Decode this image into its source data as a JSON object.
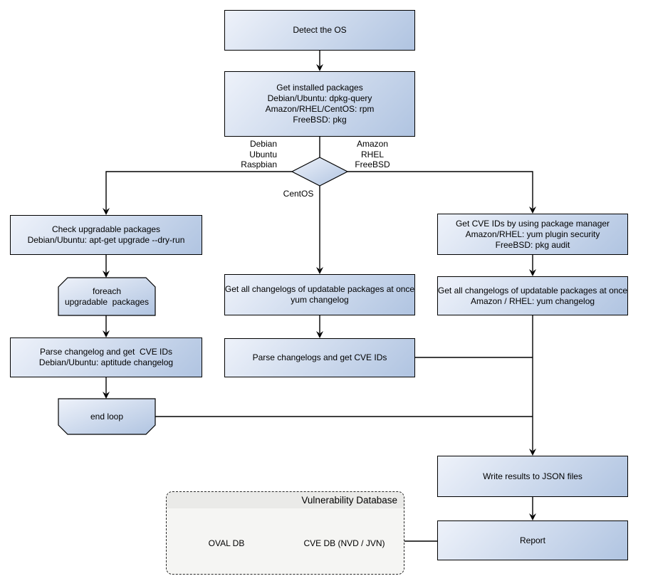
{
  "colors": {
    "node_fill_light": "#eef2fa",
    "node_fill_dark": "#b0c4e1",
    "node_border": "#000000",
    "connector": "#000000",
    "text": "#000000",
    "container_bg": "#f5f5f3",
    "container_header_bg": "#eaeae8",
    "container_border": "#2a2a2a"
  },
  "nodes": {
    "detect_os": {
      "lines": [
        "Detect the OS"
      ]
    },
    "get_installed_packages": {
      "lines": [
        "Get installed packages",
        "Debian/Ubuntu: dpkg-query",
        "Amazon/RHEL/CentOS: rpm",
        "FreeBSD: pkg"
      ]
    },
    "check_upgradable": {
      "lines": [
        "Check upgradable packages",
        "Debian/Ubuntu: apt-get upgrade --dry-run"
      ]
    },
    "foreach_loop": {
      "lines": [
        "foreach",
        "upgradable  packages"
      ]
    },
    "parse_changelog_debian": {
      "lines": [
        "Parse changelog and get  CVE IDs",
        "Debian/Ubuntu: aptitude changelog"
      ]
    },
    "end_loop": {
      "lines": [
        "end loop"
      ]
    },
    "get_changelogs_centos": {
      "lines": [
        "Get all changelogs of updatable packages at once",
        "yum changelog"
      ]
    },
    "parse_changelogs_centos": {
      "lines": [
        "Parse changelogs and get CVE IDs"
      ]
    },
    "get_cve_package_manager": {
      "lines": [
        "Get CVE IDs by using package manager",
        "Amazon/RHEL: yum plugin security",
        "FreeBSD: pkg audit"
      ]
    },
    "get_changelogs_rhel": {
      "lines": [
        "Get all changelogs of updatable packages at once",
        "Amazon / RHEL: yum changelog"
      ]
    },
    "write_results": {
      "lines": [
        "Write results to JSON files"
      ]
    },
    "report": {
      "lines": [
        "Report"
      ]
    }
  },
  "decision_labels": {
    "left": [
      "Debian",
      "Ubuntu",
      "Raspbian"
    ],
    "right": [
      "Amazon",
      "RHEL",
      "FreeBSD"
    ],
    "bottom": [
      "CentOS"
    ]
  },
  "database": {
    "title": "Vulnerability Database",
    "cylinders": [
      {
        "label": "OVAL DB"
      },
      {
        "label": "CVE DB (NVD / JVN)"
      }
    ]
  }
}
